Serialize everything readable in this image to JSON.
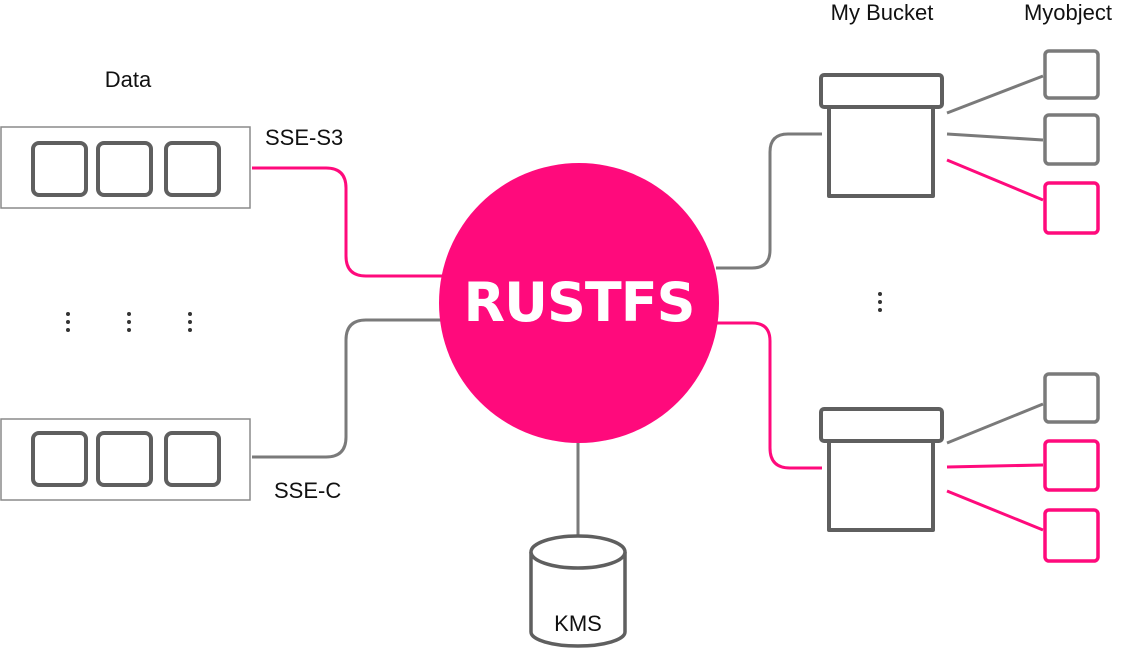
{
  "labels": {
    "data": "Data",
    "sse_s3": "SSE-S3",
    "sse_c": "SSE-C",
    "bucket": "My Bucket",
    "object": "Myobject",
    "kms": "KMS",
    "center": "RUSTFS"
  },
  "colors": {
    "accent": "#ff0a7c",
    "neutral": "#7a7a7a",
    "box_stroke": "#5f5f5f"
  },
  "ellipsis": "⋮"
}
